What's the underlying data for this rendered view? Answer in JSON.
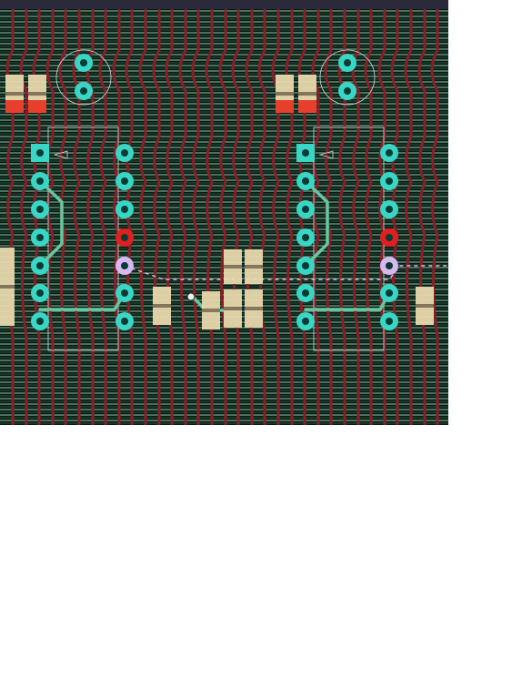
{
  "board": {
    "background": "#0b1a12",
    "topbar": "#2a2a3a",
    "hline_colors": [
      "#7fbfa0",
      "#24503c"
    ],
    "vtrace_color": "#8a1e28",
    "silk_color": "#d8d8d8",
    "pad_color": "#38d6c4",
    "pad_hole_color": "#0a3a34",
    "via_red": "#e02020",
    "via_violet": "#d8b8f0",
    "route_color": "#64c8a0",
    "smd_cream": "#ecdcb0",
    "smd_red": "#e83020"
  },
  "icons": {
    "pad": "round-through-hole-pad",
    "square_pad": "square-pin1-pad",
    "via": "via-marker"
  }
}
